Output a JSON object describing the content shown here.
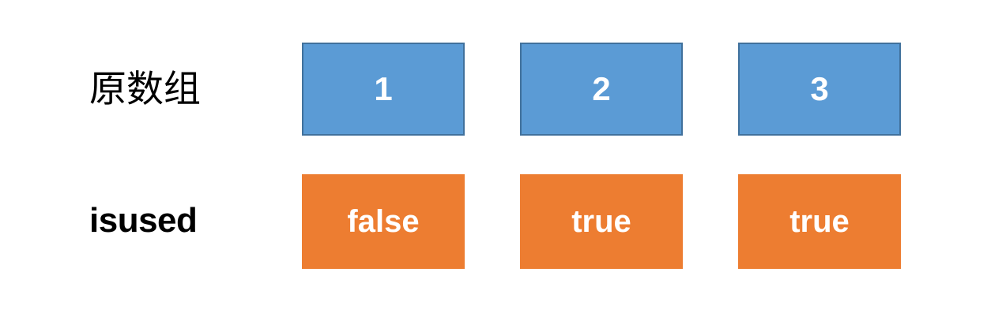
{
  "diagram": {
    "title": "array-with-isused-flags",
    "background_color": "#FFFFFF",
    "rows": [
      {
        "label": "原数组",
        "label_kind": "cjk",
        "fill_color": "#5B9BD5",
        "border_color": "#41719C",
        "text_color": "#FFFFFF",
        "cells": [
          {
            "value": "1"
          },
          {
            "value": "2"
          },
          {
            "value": "3"
          }
        ]
      },
      {
        "label": "isused",
        "label_kind": "latin",
        "fill_color": "#ED7D31",
        "border_color": "none",
        "text_color": "#FFFFFF",
        "cells": [
          {
            "value": "false"
          },
          {
            "value": "true"
          },
          {
            "value": "true"
          }
        ]
      }
    ]
  }
}
